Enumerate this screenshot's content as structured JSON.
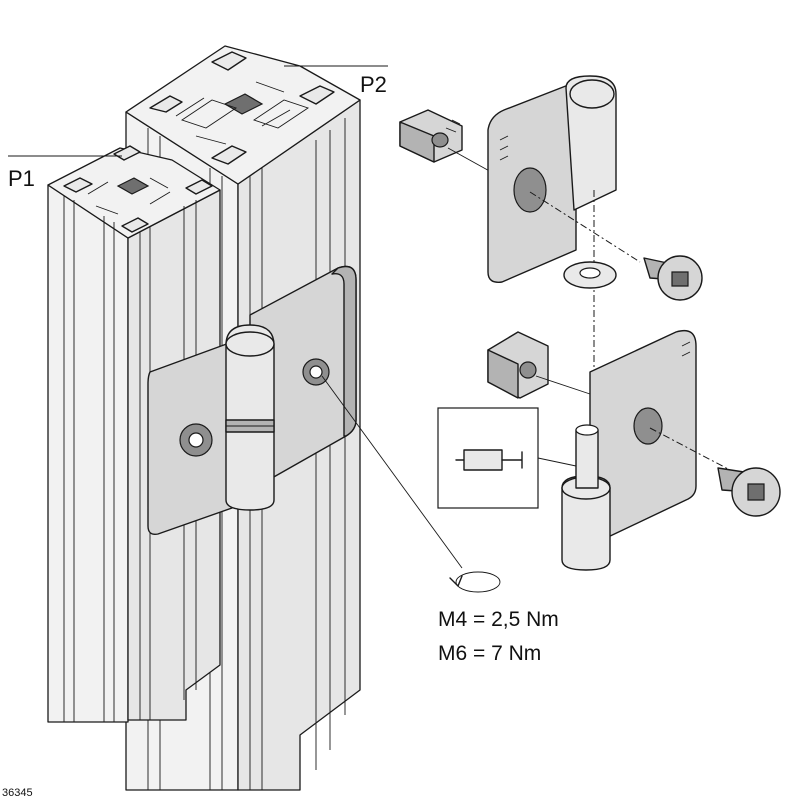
{
  "labels": {
    "profile_1": "P1",
    "profile_2": "P2",
    "torque_m4": "M4 = 2,5 Nm",
    "torque_m6": "M6 = 7 Nm",
    "drawing_number": "36345"
  },
  "colors": {
    "line": "#1a1a1a",
    "metal": "#d6d6d6",
    "metal_dark": "#b3b3b3",
    "profile": "#f2f2f2",
    "background": "#ffffff"
  }
}
